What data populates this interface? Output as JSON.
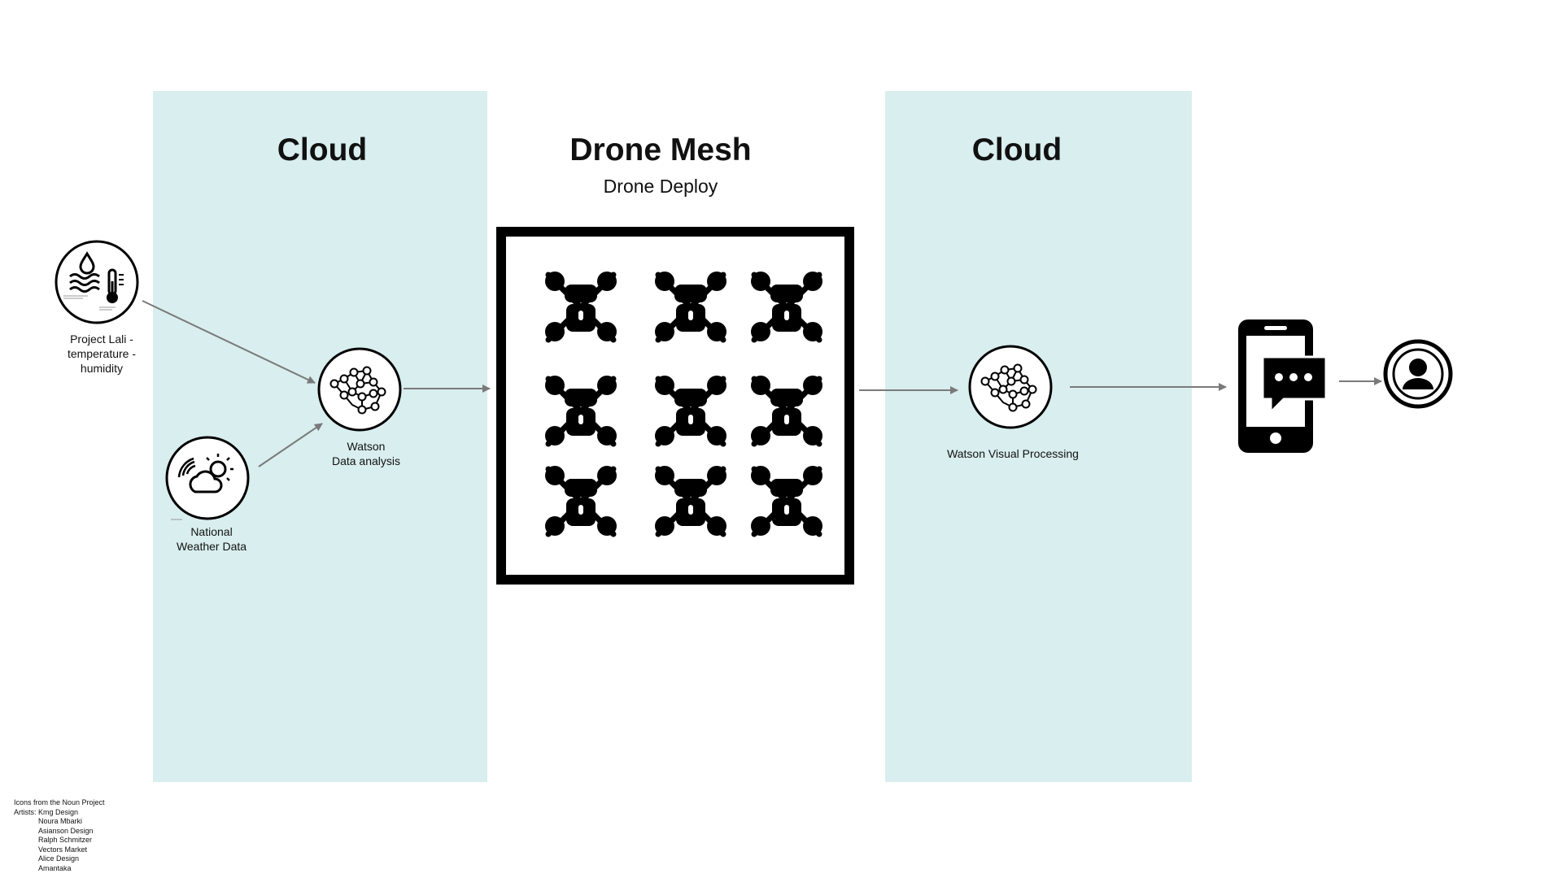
{
  "diagram": {
    "left_zone": {
      "title": "Cloud"
    },
    "middle_zone": {
      "title": "Drone Mesh",
      "subtitle": "Drone Deploy"
    },
    "right_zone": {
      "title": "Cloud"
    },
    "nodes": {
      "sensor": {
        "label": "Project Lali -\ntemperature -\nhumidity",
        "icon": "water-temperature-icon"
      },
      "weather": {
        "label": "National\nWeather Data",
        "icon": "weather-icon"
      },
      "analysis": {
        "label": "Watson\nData analysis",
        "icon": "neural-network-icon"
      },
      "drones": {
        "icon": "drone-icon",
        "rows": 3,
        "cols": 3
      },
      "visual": {
        "label": "Watson Visual Processing",
        "icon": "neural-network-icon"
      },
      "phone": {
        "icon": "phone-chat-icon"
      },
      "user": {
        "icon": "user-icon"
      }
    }
  },
  "credits": {
    "title": "Icons from the Noun Project",
    "artists_label": "Artists: Kmg Design",
    "artists": [
      "Noura Mbarki",
      "Asianson Design",
      "Ralph Schmitzer",
      "Vectors Market",
      "Alice Design",
      "Amantaka"
    ]
  },
  "colors": {
    "panel": "#d9eeee",
    "arrow": "#7a7a7a",
    "icon": "#000000"
  }
}
